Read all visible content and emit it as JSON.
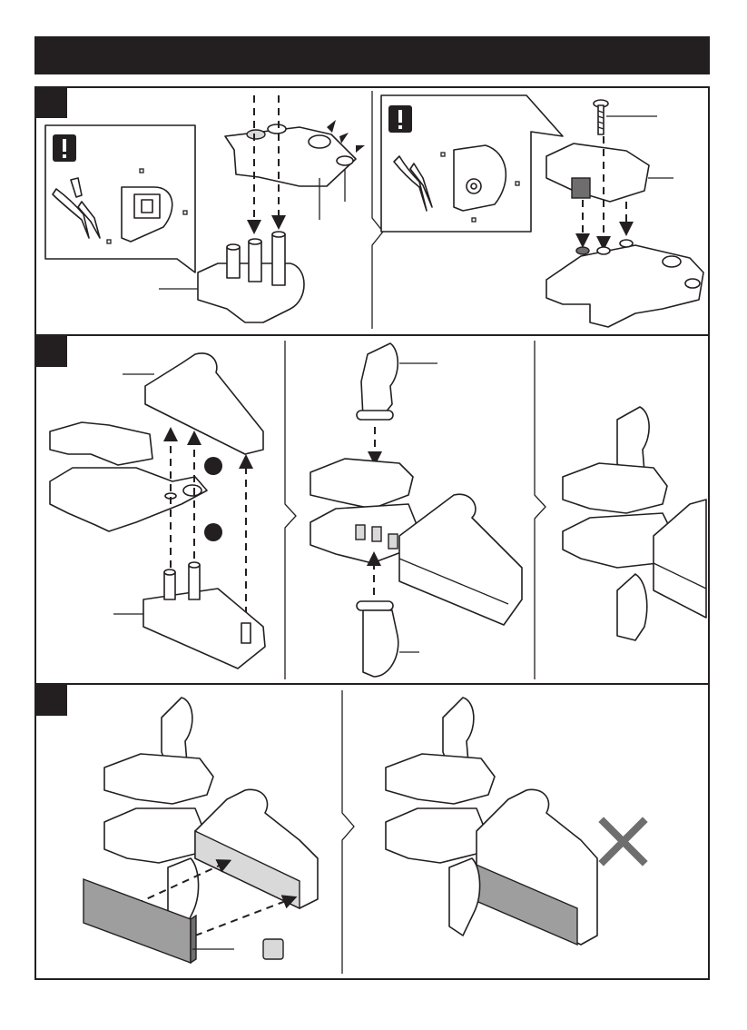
{
  "page": {
    "header_title": "",
    "steps": [
      {
        "id": "step-1",
        "number": ""
      },
      {
        "id": "step-2",
        "number": ""
      },
      {
        "id": "step-3",
        "number": ""
      }
    ],
    "callouts": {
      "caution_icons": [
        "exclamation-icon",
        "exclamation-icon"
      ],
      "dot_markers": [
        "filled-dot",
        "filled-dot"
      ],
      "cross_mark": "x-icon"
    },
    "colors": {
      "header": "#231f20",
      "outline": "#231f20",
      "sticker": "#9e9e9e",
      "sticker_light": "#d9d9d9",
      "cross": "#6e6e6e"
    }
  }
}
